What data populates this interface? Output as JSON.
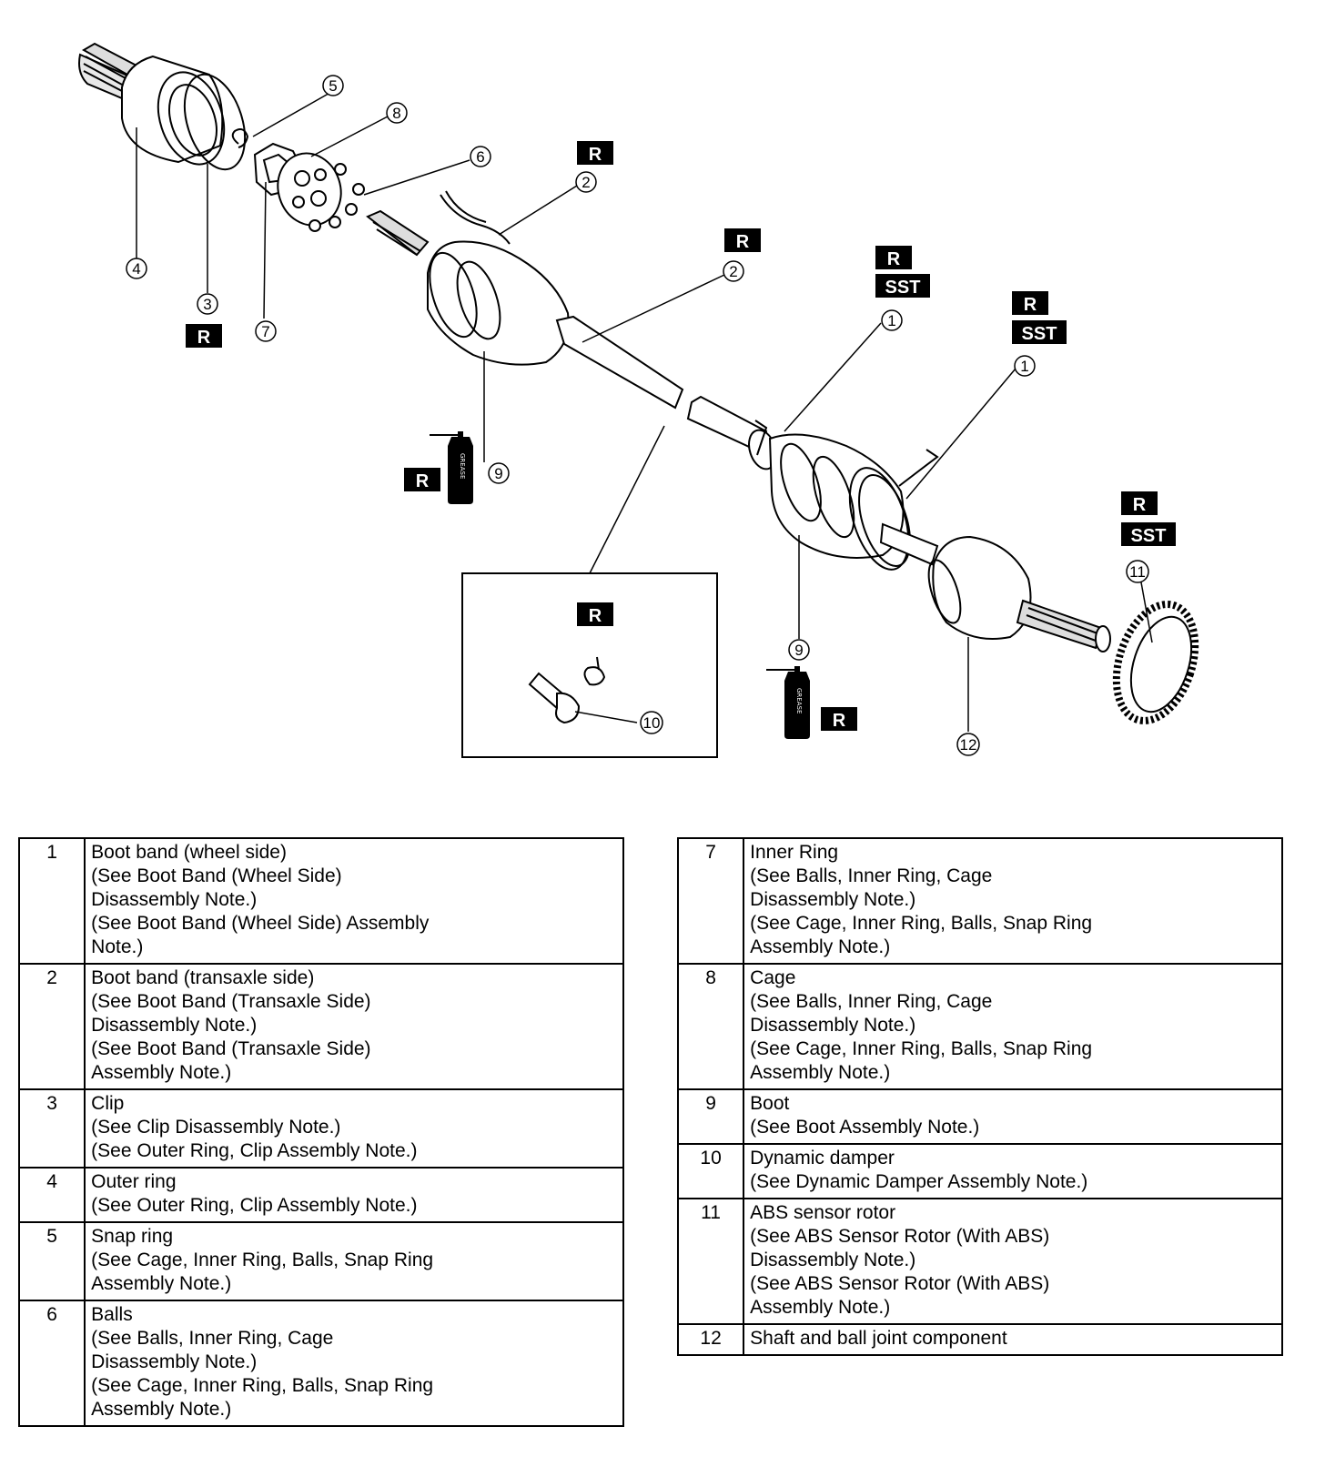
{
  "diagram": {
    "tag_r": "R",
    "tag_sst": "SST",
    "grease_label": "GREASE",
    "callouts": [
      "1",
      "2",
      "3",
      "4",
      "5",
      "6",
      "7",
      "8",
      "9",
      "10",
      "11",
      "12"
    ]
  },
  "parts_left": [
    {
      "num": "1",
      "name": "Boot band (wheel side)",
      "notes": [
        "(See Boot Band (Wheel Side)",
        "Disassembly Note.)",
        "(See Boot Band (Wheel Side) Assembly",
        "Note.)"
      ]
    },
    {
      "num": "2",
      "name": "Boot band (transaxle side)",
      "notes": [
        "(See Boot Band (Transaxle Side)",
        "Disassembly Note.)",
        "(See Boot Band (Transaxle Side)",
        "Assembly Note.)"
      ]
    },
    {
      "num": "3",
      "name": "Clip",
      "notes": [
        "(See Clip Disassembly Note.)",
        "(See Outer Ring, Clip Assembly Note.)"
      ]
    },
    {
      "num": "4",
      "name": "Outer ring",
      "notes": [
        "(See Outer Ring, Clip Assembly Note.)"
      ]
    },
    {
      "num": "5",
      "name": "Snap ring",
      "notes": [
        "(See Cage, Inner Ring, Balls, Snap Ring",
        "Assembly Note.)"
      ]
    },
    {
      "num": "6",
      "name": "Balls",
      "notes": [
        "(See Balls, Inner Ring, Cage",
        "Disassembly Note.)",
        "(See Cage, Inner Ring, Balls, Snap Ring",
        "Assembly Note.)"
      ]
    }
  ],
  "parts_right": [
    {
      "num": "7",
      "name": "Inner Ring",
      "notes": [
        "(See Balls, Inner Ring, Cage",
        "Disassembly Note.)",
        "(See Cage, Inner Ring, Balls, Snap Ring",
        "Assembly Note.)"
      ]
    },
    {
      "num": "8",
      "name": "Cage",
      "notes": [
        "(See Balls, Inner Ring, Cage",
        "Disassembly Note.)",
        "(See Cage, Inner Ring, Balls, Snap Ring",
        "Assembly Note.)"
      ]
    },
    {
      "num": "9",
      "name": "Boot",
      "notes": [
        "(See Boot Assembly Note.)"
      ]
    },
    {
      "num": "10",
      "name": "Dynamic damper",
      "notes": [
        "(See Dynamic Damper Assembly Note.)"
      ]
    },
    {
      "num": "11",
      "name": "ABS sensor rotor",
      "notes": [
        "(See ABS Sensor Rotor (With ABS)",
        "Disassembly Note.)",
        "(See ABS Sensor Rotor (With ABS)",
        "Assembly Note.)"
      ]
    },
    {
      "num": "12",
      "name": "Shaft and ball joint component",
      "notes": []
    }
  ]
}
